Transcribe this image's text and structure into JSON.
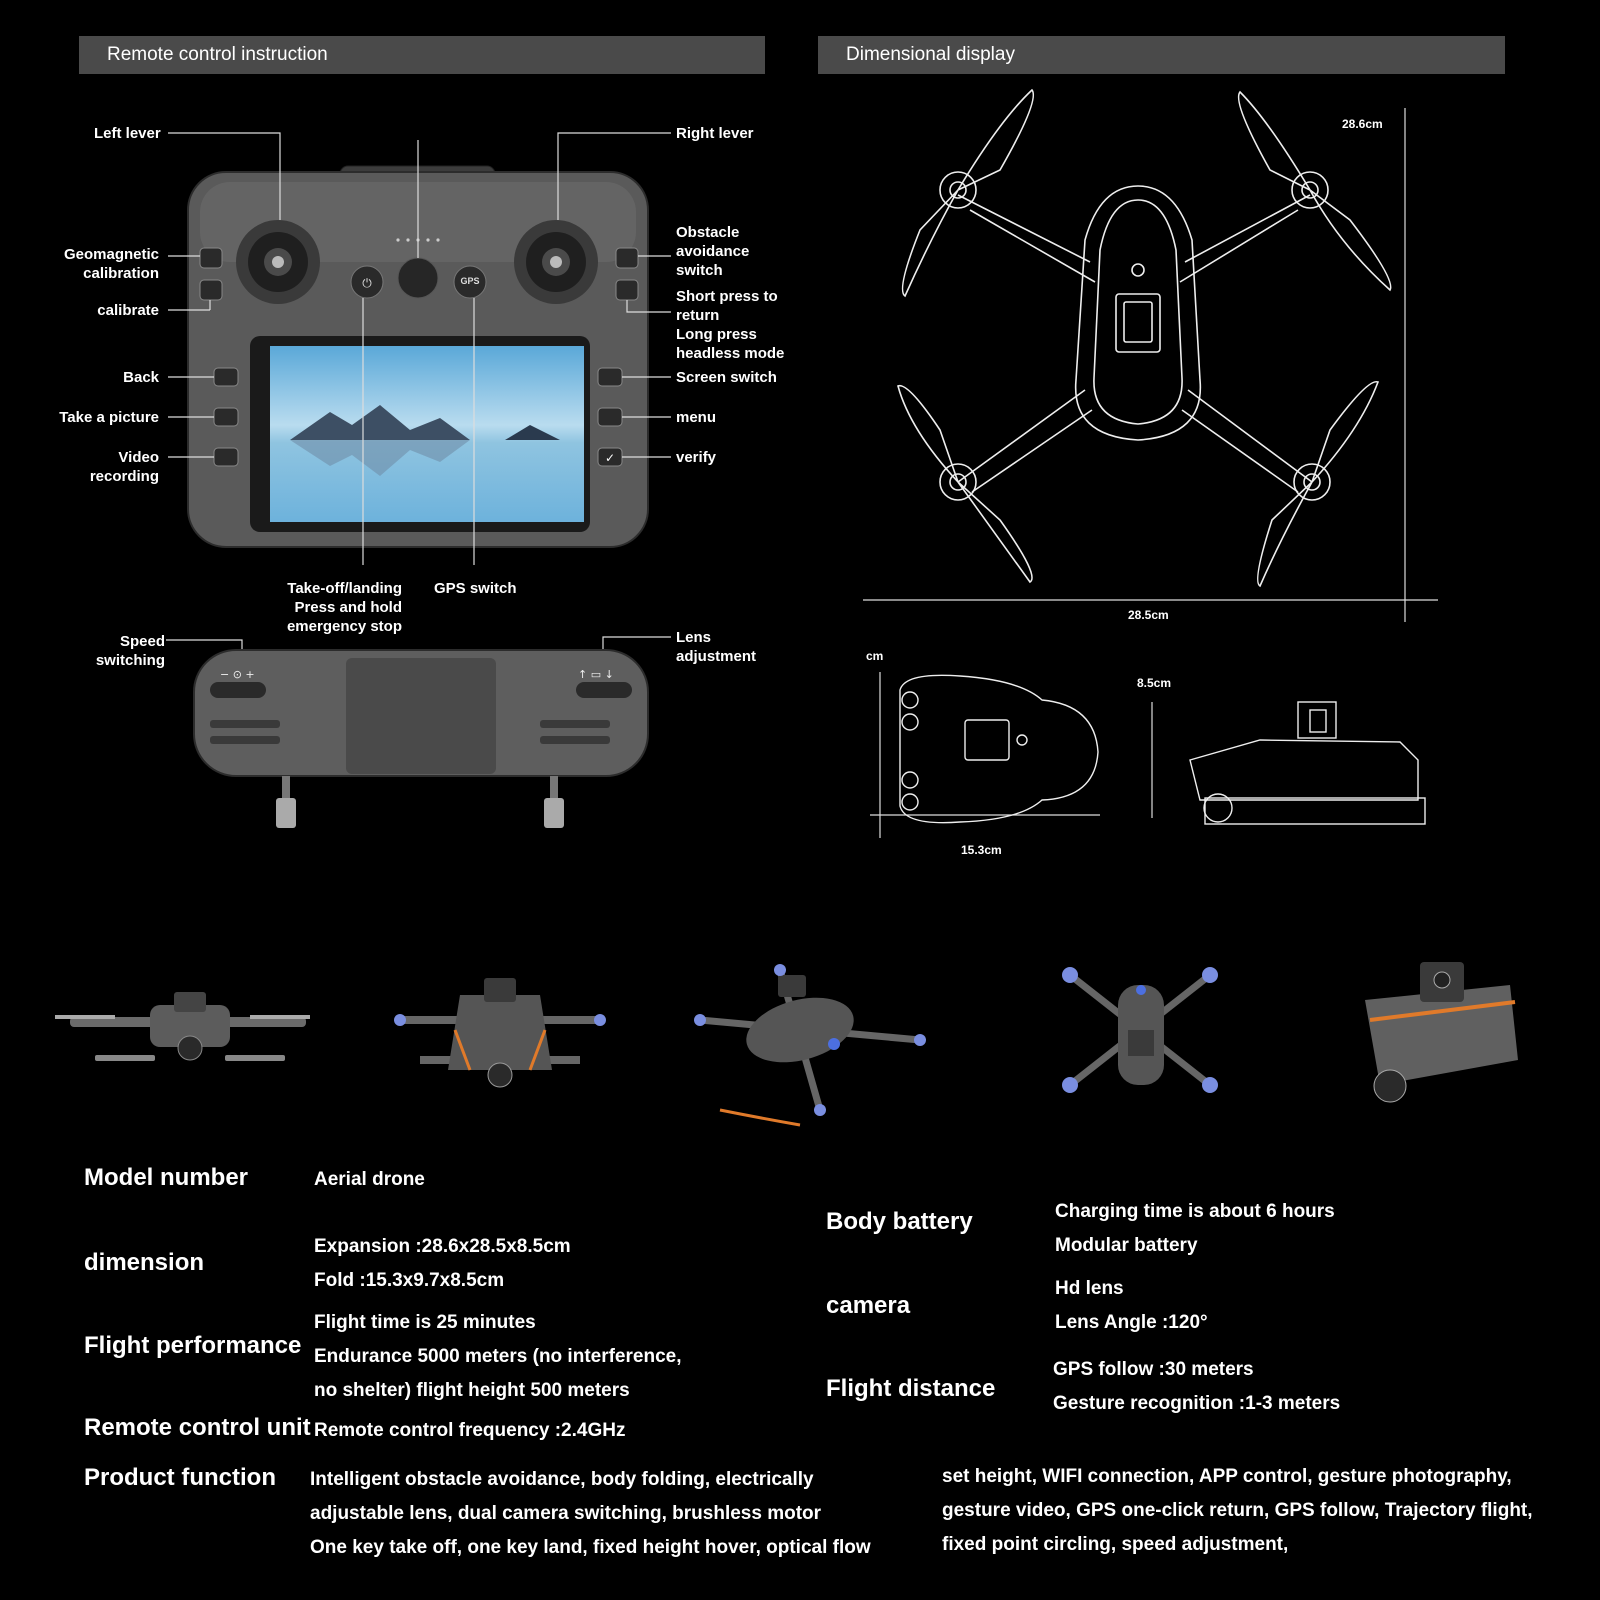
{
  "sections": {
    "remote_title": "Remote control instruction",
    "dimension_title": "Dimensional display"
  },
  "remote_labels": {
    "left_lever": "Left lever",
    "right_lever": "Right lever",
    "geomagnetic": "Geomagnetic\ncalibration",
    "calibrate": "calibrate",
    "obstacle": "Obstacle\navoidance\nswitch",
    "short_press": "Short press to\nreturn\nLong press\nheadless mode",
    "back": "Back",
    "take_picture": "Take a picture",
    "video": "Video\nrecording",
    "screen_switch": "Screen switch",
    "menu": "menu",
    "verify": "verify",
    "takeoff": "Take-off/landing\nPress and hold\nemergency stop",
    "gps_switch": "GPS switch",
    "speed": "Speed\nswitching",
    "lens": "Lens\nadjustment",
    "gps_button": "GPS"
  },
  "dimensions": {
    "height_top": "28.6cm",
    "width_top": "28.5cm",
    "unit": "cm",
    "depth": "8.5cm",
    "fold_length": "15.3cm"
  },
  "specs_left": [
    {
      "key": "Model number",
      "values": [
        "Aerial drone"
      ]
    },
    {
      "key": "dimension",
      "values": [
        "Expansion :28.6x28.5x8.5cm",
        "Fold :15.3x9.7x8.5cm"
      ]
    },
    {
      "key": "Flight performance",
      "values": [
        "Flight time is 25 minutes",
        "Endurance 5000 meters (no interference,",
        "no shelter) flight height 500 meters"
      ]
    },
    {
      "key": "Remote control unit",
      "values": [
        "Remote control frequency :2.4GHz"
      ]
    }
  ],
  "specs_right": [
    {
      "key": "Body battery",
      "values": [
        "Charging time is about 6 hours",
        "Modular battery"
      ]
    },
    {
      "key": "camera",
      "values": [
        "Hd lens",
        "Lens Angle :120°"
      ]
    },
    {
      "key": "Flight distance",
      "values": [
        "GPS follow :30 meters",
        "Gesture recognition :1-3 meters"
      ]
    }
  ],
  "product_function": {
    "key": "Product function",
    "col1": [
      "Intelligent obstacle avoidance, body folding, electrically",
      "adjustable lens, dual camera switching, brushless motor",
      "One key take off, one key land, fixed height hover, optical flow"
    ],
    "col2": [
      "set height, WIFI connection, APP control, gesture photography,",
      "gesture video, GPS one-click return, GPS follow, Trajectory flight,",
      "fixed point circling, speed adjustment,"
    ]
  },
  "colors": {
    "header_bg": "#4a4a4a",
    "accent": "#e07a2a",
    "body_grey": "#5a5a5a"
  }
}
